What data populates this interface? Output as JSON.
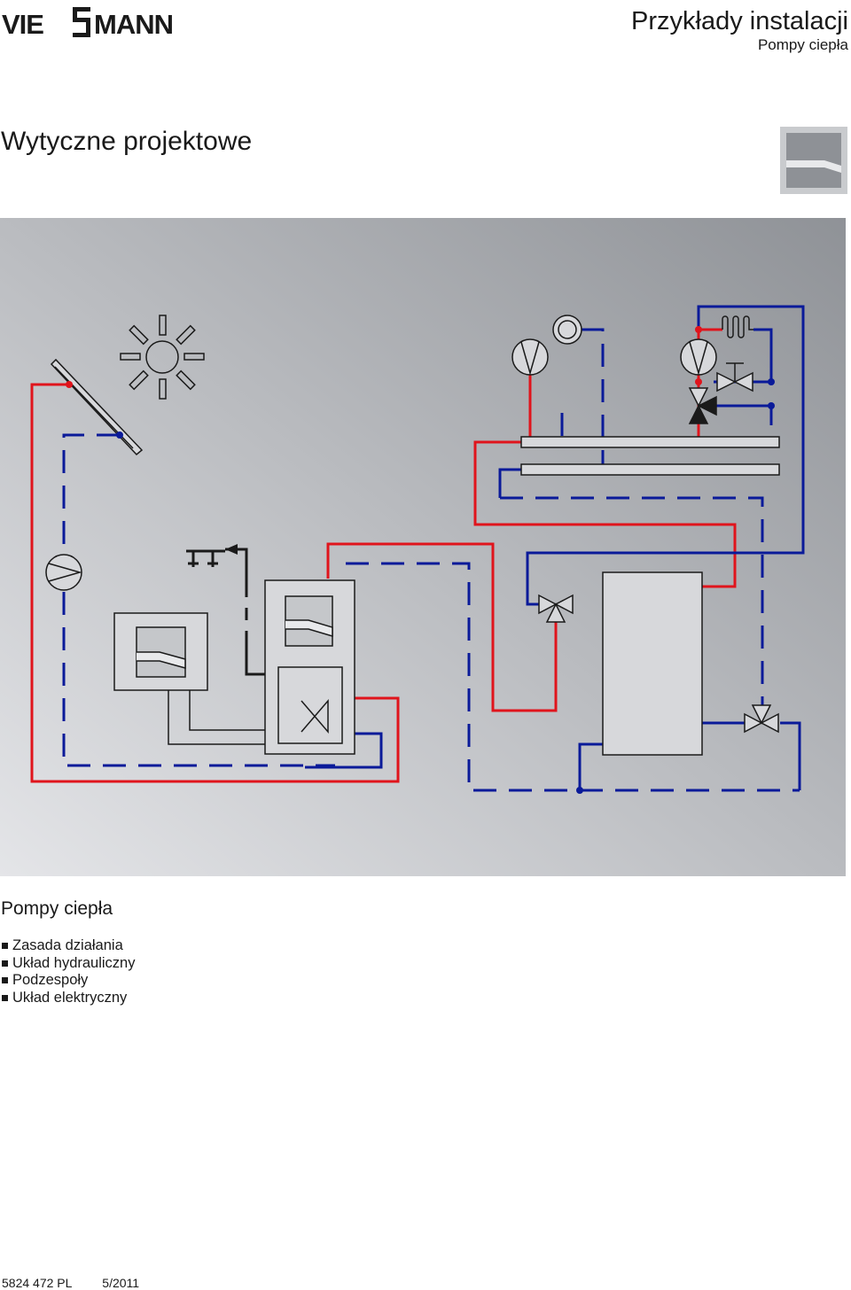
{
  "header": {
    "logo_text": "VIESSMANN",
    "title": "Przykłady instalacji",
    "subtitle": "Pompy ciepła"
  },
  "document": {
    "title": "Wytyczne projektowe",
    "icon": "heat-pump-symbol-icon"
  },
  "section": {
    "title": "Pompy ciepła",
    "bullets": [
      "Zasada działania",
      "Układ hydrauliczny",
      "Podzespoły",
      "Układ elektryczny"
    ]
  },
  "footer": {
    "doc_number": "5824 472 PL",
    "date": "5/2011"
  },
  "colors": {
    "supply_pipe": "#e0141c",
    "return_pipe": "#0a1a99",
    "background_gradient": [
      "#e4e5e8",
      "#8f9297"
    ]
  }
}
